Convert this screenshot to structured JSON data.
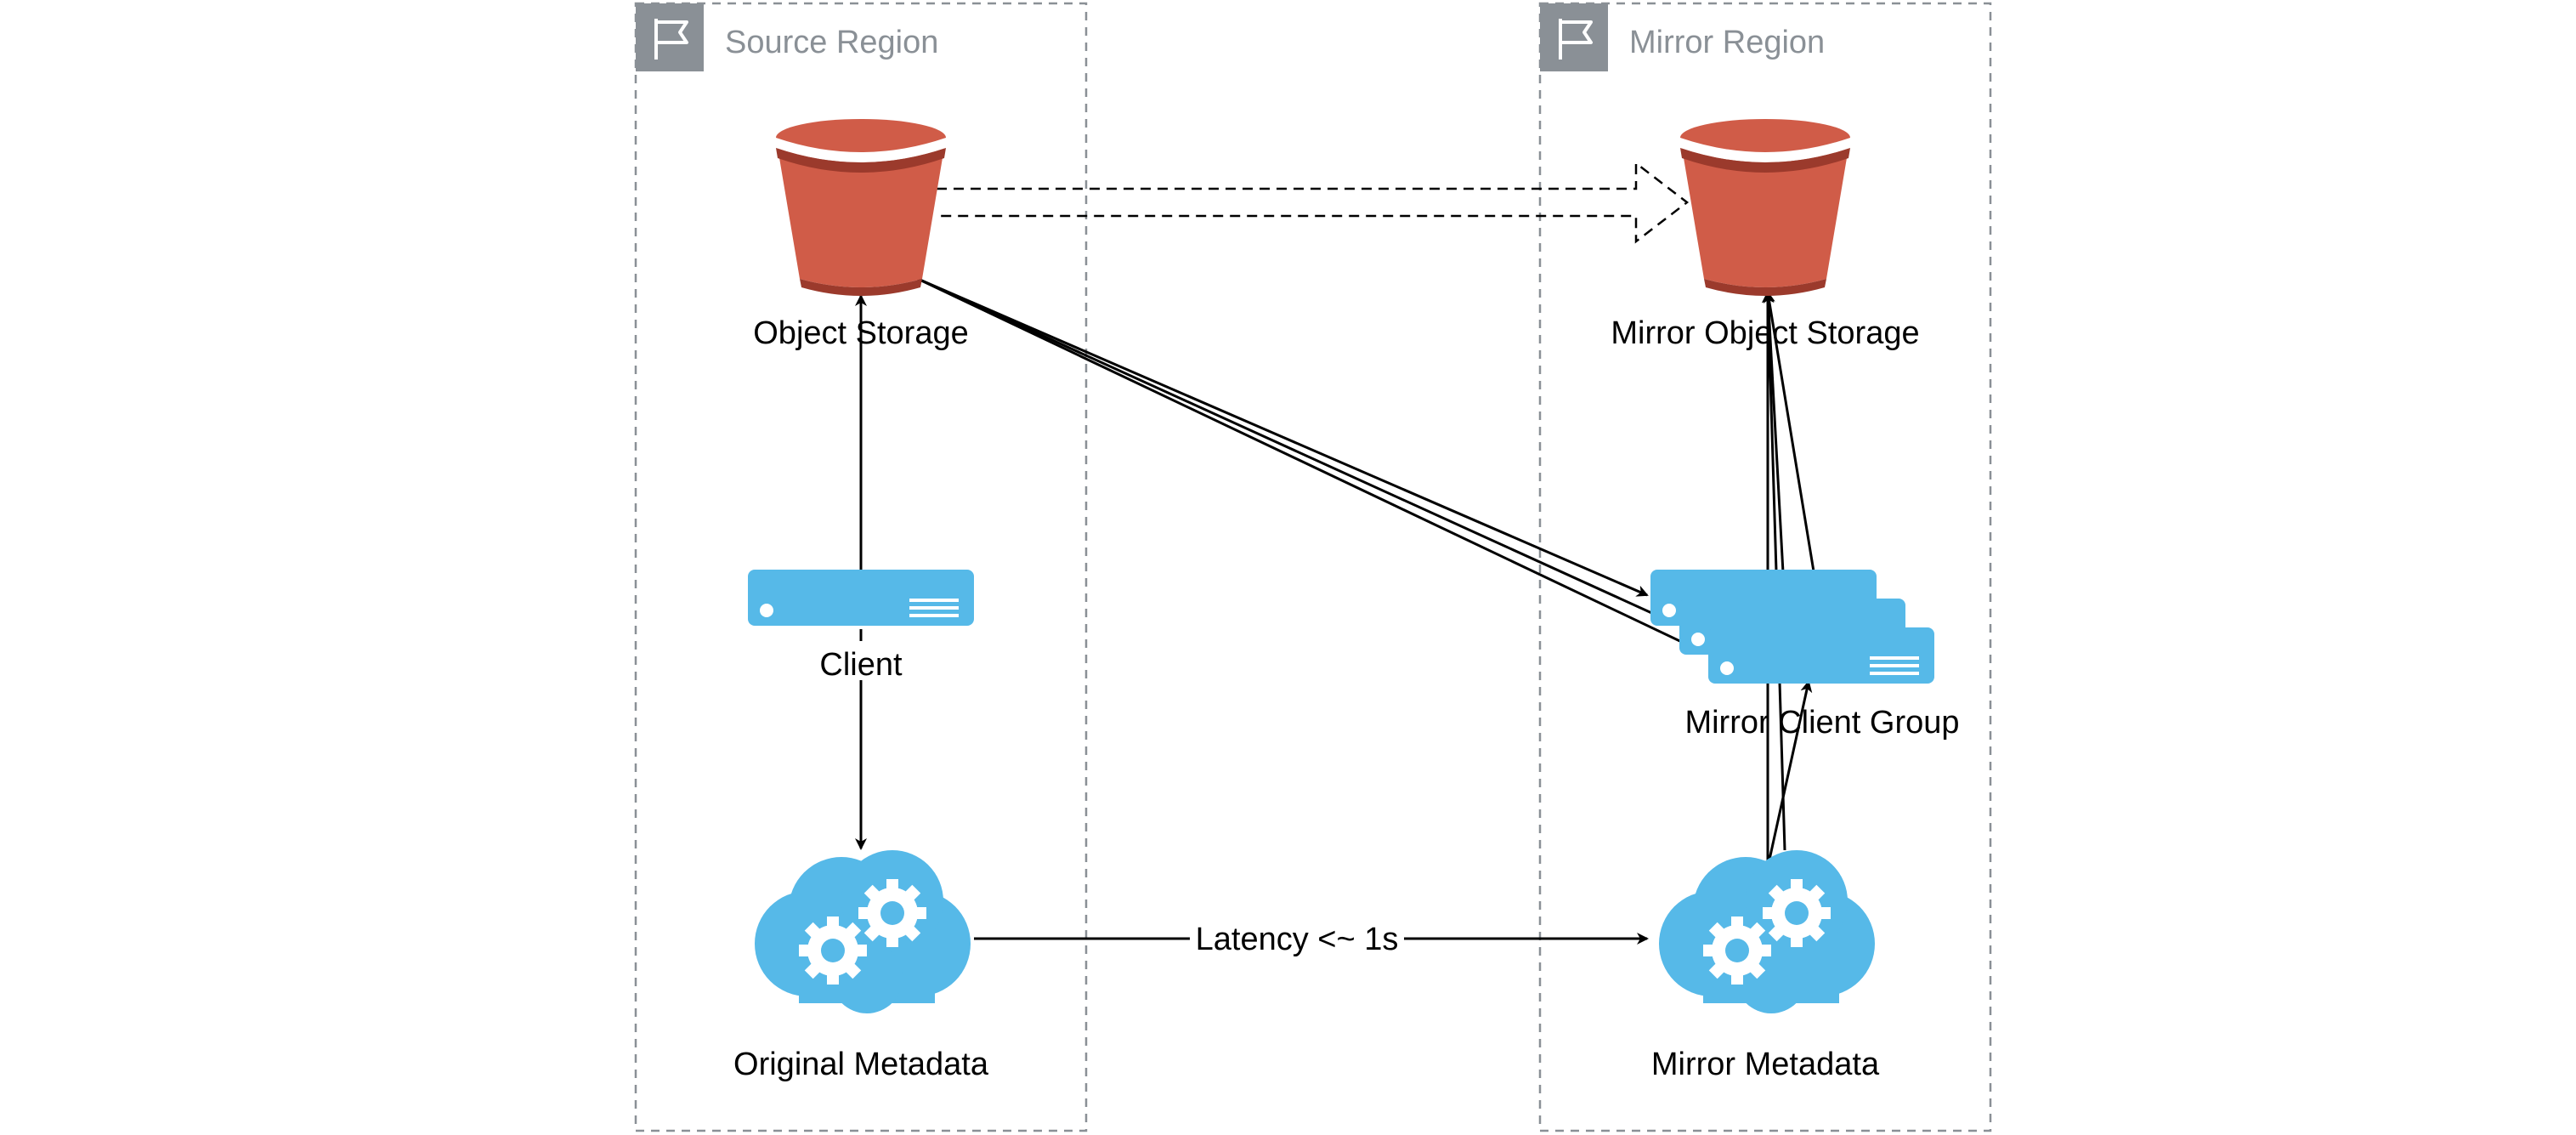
{
  "regions": {
    "source": {
      "label": "Source Region",
      "icon": "flag-icon"
    },
    "mirror": {
      "label": "Mirror Region",
      "icon": "flag-icon"
    }
  },
  "nodes": {
    "object_storage": {
      "label": "Object Storage",
      "icon": "bucket-icon"
    },
    "mirror_object_storage": {
      "label": "Mirror Object Storage",
      "icon": "bucket-icon"
    },
    "client": {
      "label": "Client",
      "icon": "server-icon"
    },
    "mirror_client_group": {
      "label": "Mirror Client Group",
      "icon": "server-stack-icon"
    },
    "original_metadata": {
      "label": "Original Metadata",
      "icon": "cloud-gears-icon"
    },
    "mirror_metadata": {
      "label": "Mirror Metadata",
      "icon": "cloud-gears-icon"
    }
  },
  "edges": {
    "metadata_sync": {
      "label": "Latency <~ 1s"
    }
  },
  "colors": {
    "bucket": "#d05c48",
    "bucket_dark": "#9b3a2c",
    "compute": "#56b9e8",
    "region_border": "#8a9096",
    "region_icon_bg": "#8a9096"
  }
}
